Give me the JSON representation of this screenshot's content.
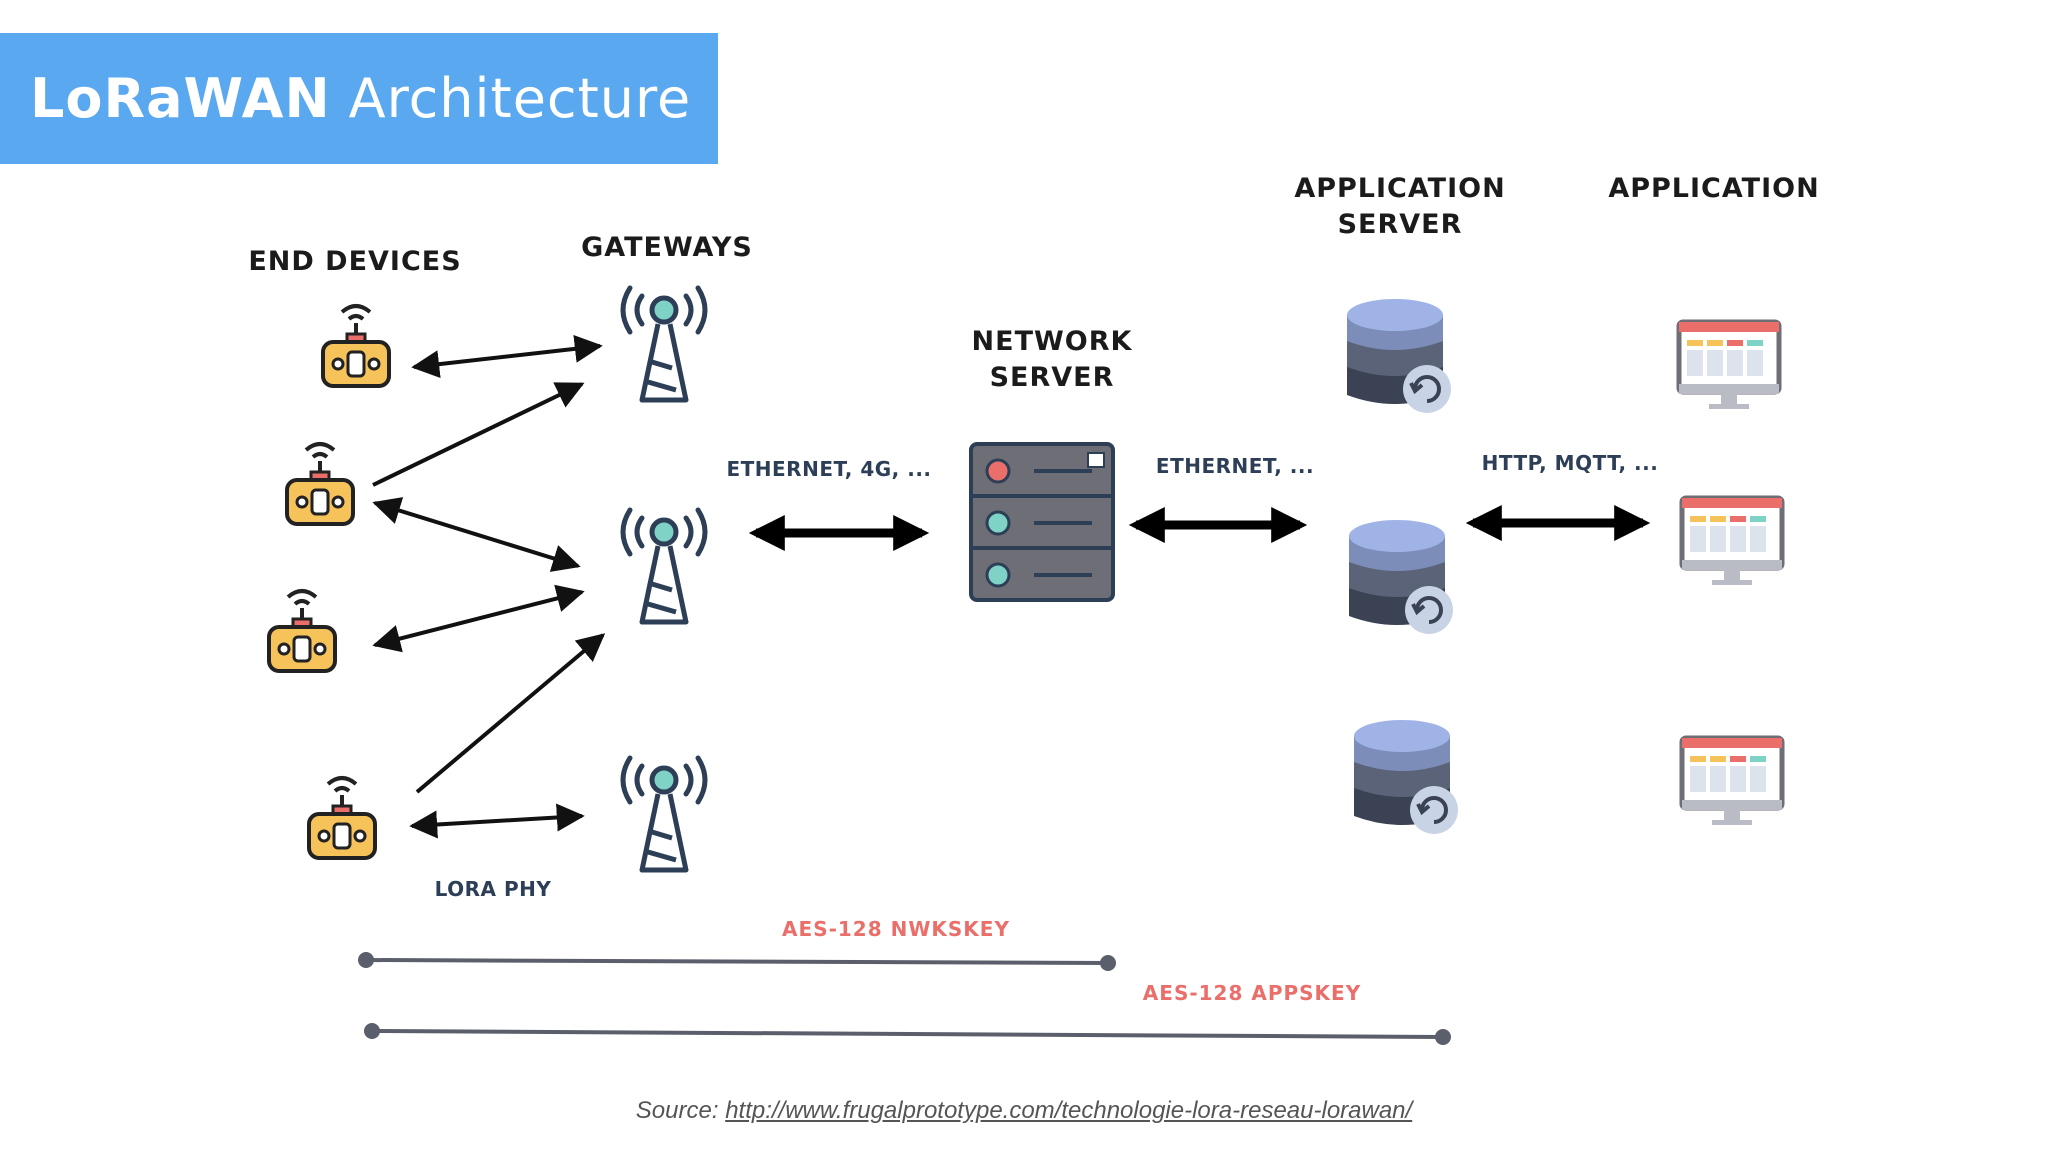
{
  "title": {
    "bold": "LoRaWAN",
    "rest": "Architecture"
  },
  "columns": {
    "end_devices": "END DEVICES",
    "gateways": "GATEWAYS",
    "network_server": [
      "NETWORK",
      "SERVER"
    ],
    "application_server": [
      "APPLICATION",
      "SERVER"
    ],
    "application": "APPLICATION"
  },
  "links": {
    "lora_phy": "LORA PHY",
    "gw_to_ns": "ETHERNET, 4G, ...",
    "ns_to_as": "ETHERNET, ...",
    "as_to_app": "HTTP, MQTT, ..."
  },
  "keys": {
    "nwkskey": "AES-128 NWKSKEY",
    "appskey": "AES-128 APPSKEY"
  },
  "source": {
    "prefix": "Source: ",
    "url": "http://www.frugalprototype.com/technologie-lora-reseau-lorawan/"
  },
  "colors": {
    "banner": "#5aa8f0",
    "device_body": "#f5c35a",
    "server_body": "#6d6e76",
    "db_top": "#8ea3d9",
    "key_label": "#ea6f6a"
  }
}
